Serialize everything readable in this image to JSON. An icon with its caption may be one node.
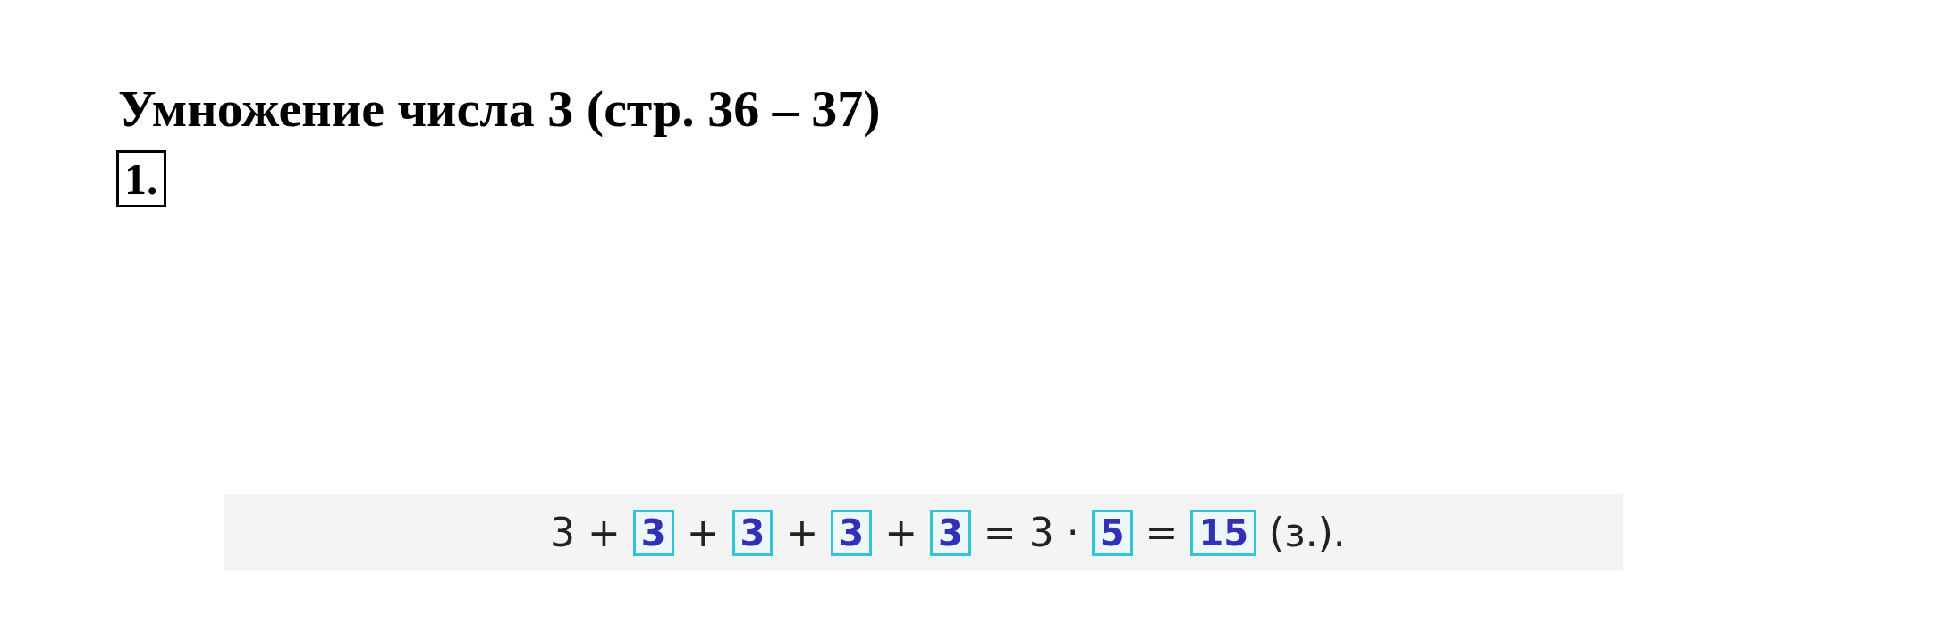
{
  "diagram": {
    "title": "Умножение числа 3 (стр. 36 – 37)",
    "nodes": [
      {
        "text": [
          "1."
        ]
      },
      {
        "text": [
          "3"
        ]
      },
      {
        "text": [
          "3"
        ]
      },
      {
        "text": [
          "3"
        ]
      },
      {
        "text": [
          "3"
        ]
      },
      {
        "text": [
          "5"
        ]
      },
      {
        "text": [
          "15"
        ]
      }
    ],
    "labels": [
      "3 +",
      "+",
      "+",
      "+",
      "= 3 ·",
      "=",
      "(з.)."
    ]
  }
}
